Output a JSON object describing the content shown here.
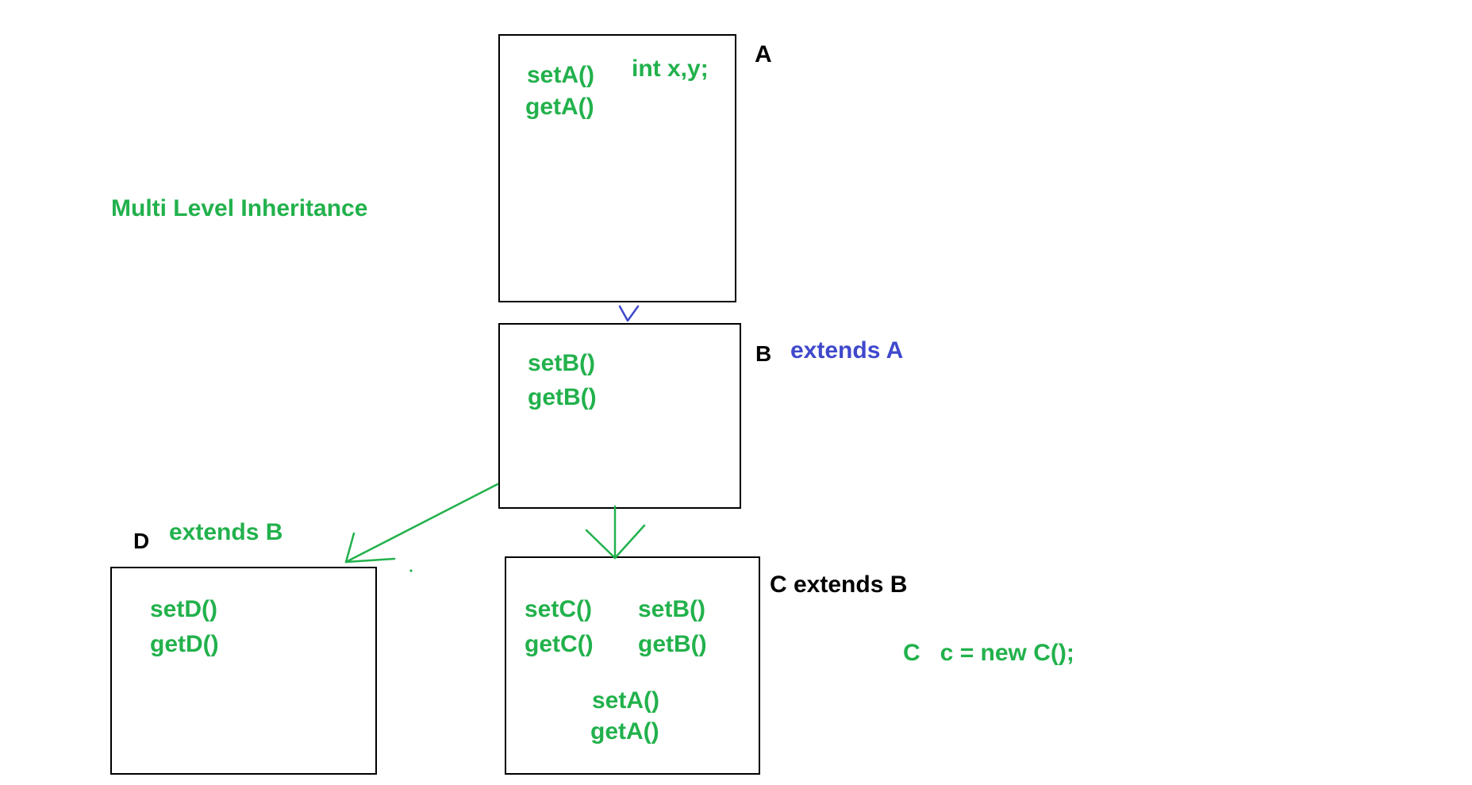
{
  "title": "Multi Level Inheritance",
  "classes": {
    "a": {
      "label": "A",
      "methods": [
        "setA()",
        "getA()"
      ],
      "fields": "int x,y;"
    },
    "b": {
      "label": "B",
      "extends": "extends A",
      "methods": [
        "setB()",
        "getB()"
      ]
    },
    "c": {
      "label": "C extends B",
      "own_methods": [
        "setC()",
        "getC()"
      ],
      "inherited_b": [
        "setB()",
        "getB()"
      ],
      "inherited_a": [
        "setA()",
        "getA()"
      ]
    },
    "d": {
      "label": "D",
      "extends": "extends B",
      "methods": [
        "setD()",
        "getD()"
      ]
    }
  },
  "code_sample": "C   c = new C();",
  "colors": {
    "code_text": "#22b14c",
    "extends_a_text": "#3f48cc",
    "label_text": "#000000",
    "box_border": "#000000",
    "arrow_a_to_b": "#3f48cc",
    "arrow_b_children": "#22b14c"
  }
}
